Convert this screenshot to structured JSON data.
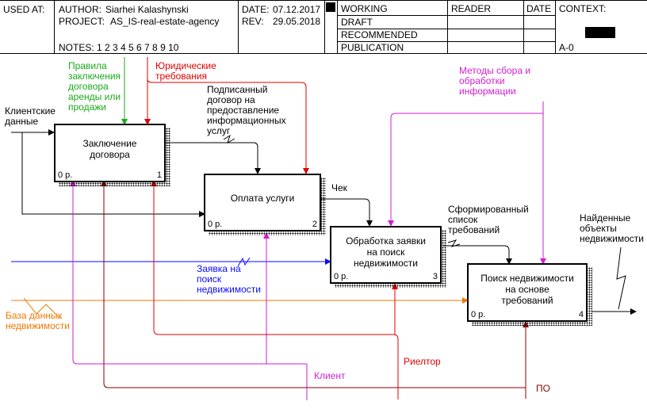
{
  "header": {
    "used_at": "USED AT:",
    "author_label": "AUTHOR:",
    "author": "Siarhei Kalashynski",
    "project_label": "PROJECT:",
    "project": "AS_IS-real-estate-agency",
    "date_label": "DATE:",
    "date": "07.12.2017",
    "rev_label": "REV:",
    "rev": "29.05.2018",
    "notes": "NOTES:  1  2  3  4  5  6  7  8  9  10",
    "statuses": [
      "WORKING",
      "DRAFT",
      "RECOMMENDED",
      "PUBLICATION"
    ],
    "reader": "READER",
    "date_col": "DATE",
    "context": "CONTEXT:",
    "node": "A-0"
  },
  "boxes": [
    {
      "label": [
        "Заключение",
        "договора"
      ],
      "cost": "0 р.",
      "num": "1"
    },
    {
      "label": [
        "Оплата услуги"
      ],
      "cost": "0 р.",
      "num": "2"
    },
    {
      "label": [
        "Обработка заявки",
        "на поиск",
        "недвижимости"
      ],
      "cost": "0 р.",
      "num": "3"
    },
    {
      "label": [
        "Поиск недвижимости",
        "на основе",
        "требований"
      ],
      "cost": "0 р.",
      "num": "4"
    }
  ],
  "arrows": {
    "client_data": [
      "Клиентские",
      "данные"
    ],
    "rules": [
      "Правила",
      "заключения",
      "договора",
      "аренды или",
      "продажи"
    ],
    "legal": [
      "Юридические",
      "требования"
    ],
    "signed": [
      "Подписанный",
      "договор на",
      "предоставление",
      "информационных",
      "услуг"
    ],
    "check": "Чек",
    "methods": [
      "Методы сбора и",
      "обработки",
      "информации"
    ],
    "formed": [
      "Сформированный",
      "список",
      "требований"
    ],
    "found": [
      "Найденные",
      "объекты",
      "недвижимости"
    ],
    "request": [
      "Заявка на",
      "поиск",
      "недвижимости"
    ],
    "database": [
      "База данных",
      "недвижимости"
    ],
    "client": "Клиент",
    "realtor": "Риелтор",
    "software": "ПО"
  },
  "colors": {
    "black": "#000000",
    "green": "#1aaa1a",
    "red": "#e00000",
    "magenta": "#d21ed2",
    "blue": "#0a0aff",
    "orange": "#f07800",
    "darkred": "#8b0000"
  }
}
